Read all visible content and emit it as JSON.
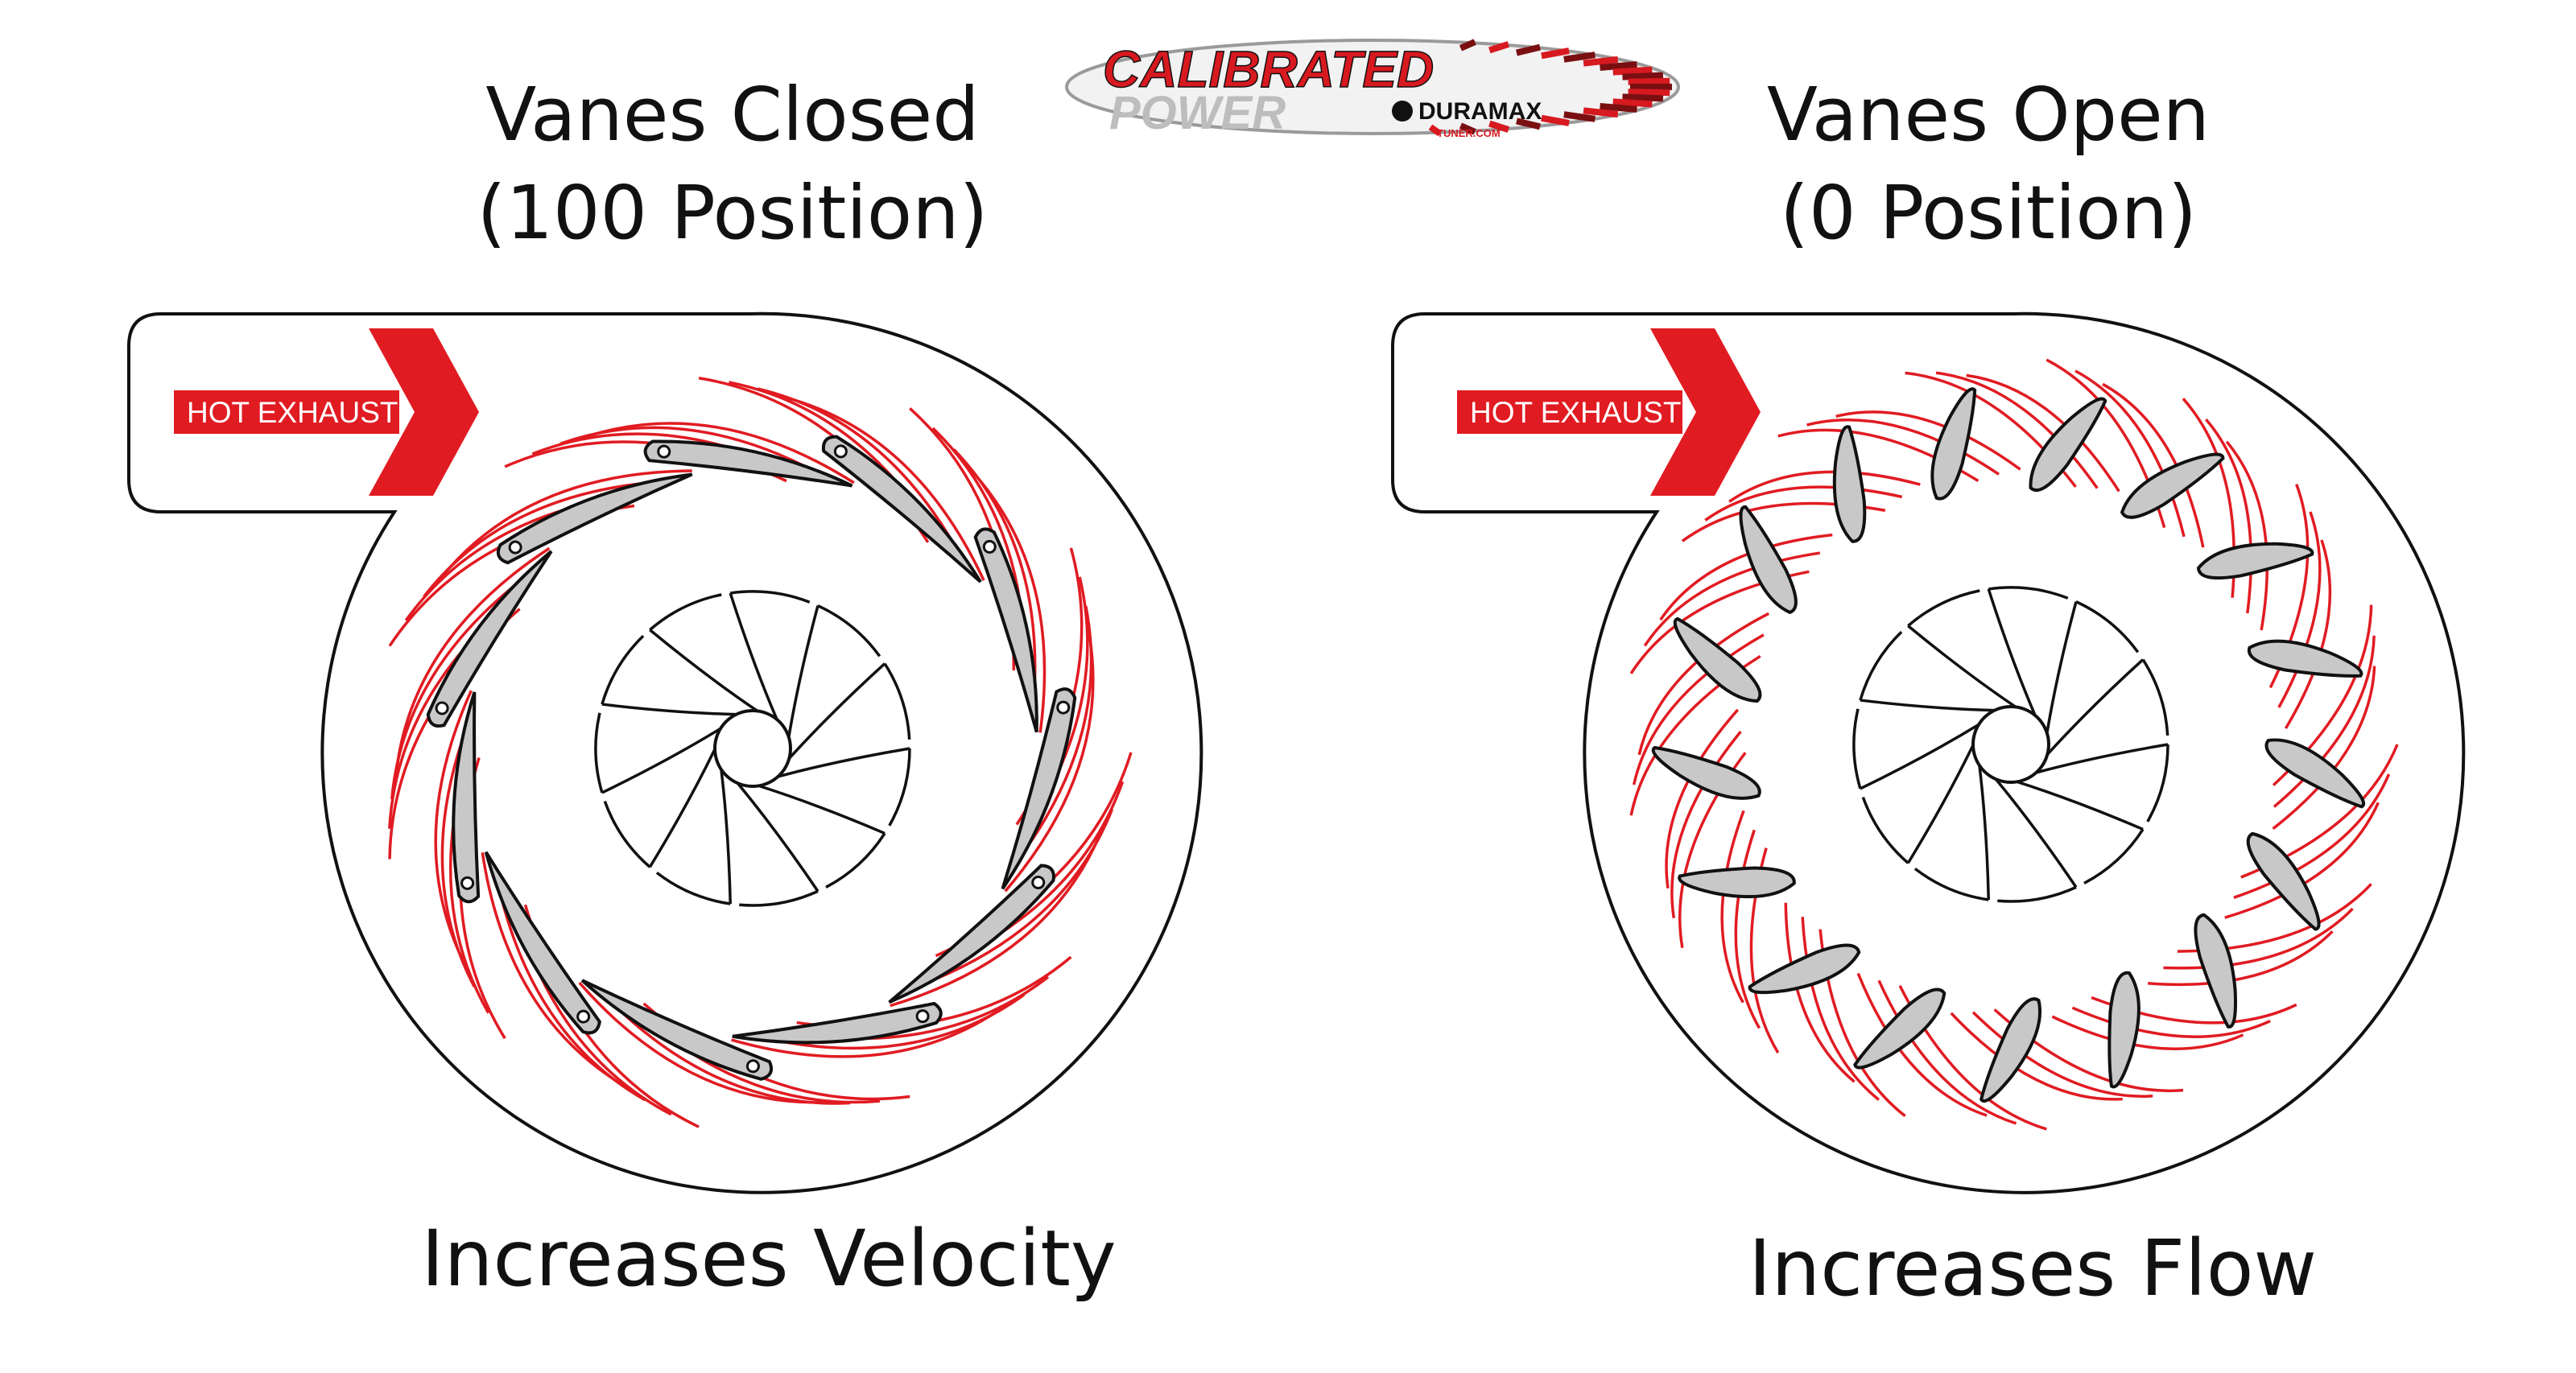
{
  "logo": {
    "line1": "CALIBRATED",
    "line2": "POWER",
    "brand": "DURAMAX",
    "sub": "TUNER.COM"
  },
  "left": {
    "title_line1": "Vanes Closed",
    "title_line2": "(100 Position)",
    "arrow_label": "HOT EXHAUST",
    "caption": "Increases Velocity"
  },
  "right": {
    "title_line1": "Vanes Open",
    "title_line2": "(0 Position)",
    "arrow_label": "HOT EXHAUST",
    "caption": "Increases Flow"
  },
  "colors": {
    "flow": "#e11b22",
    "vane_fill": "#c8c8c8",
    "outline": "#111111"
  }
}
